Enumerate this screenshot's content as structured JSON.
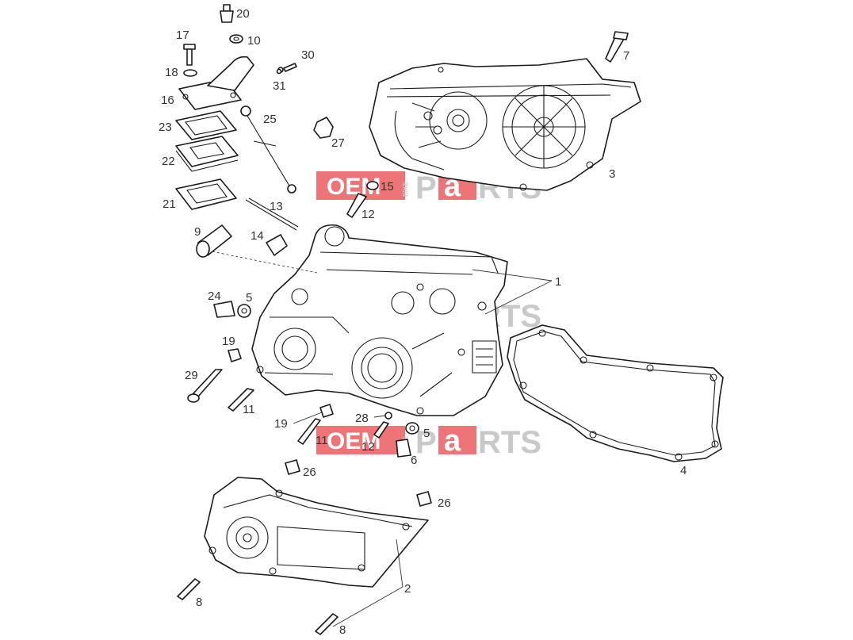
{
  "diagram": {
    "callouts": {
      "c1": "1",
      "c2": "2",
      "c3": "3",
      "c4": "4",
      "c5a": "5",
      "c5b": "5",
      "c6": "6",
      "c7": "7",
      "c8a": "8",
      "c8b": "8",
      "c9": "9",
      "c10": "10",
      "c11a": "11",
      "c11b": "11",
      "c12a": "12",
      "c12b": "12",
      "c13": "13",
      "c14": "14",
      "c15": "15",
      "c16": "16",
      "c17": "17",
      "c18": "18",
      "c19a": "19",
      "c19b": "19",
      "c20": "20",
      "c21": "21",
      "c22": "22",
      "c23": "23",
      "c24": "24",
      "c25": "25",
      "c26a": "26",
      "c26b": "26",
      "c27": "27",
      "c28": "28",
      "c29": "29",
      "c30": "30",
      "c31": "31"
    },
    "watermark": {
      "oem": "OEM",
      "bike": "BIKE",
      "p": "P",
      "a": "a",
      "rts": "RTS"
    },
    "colors": {
      "line": "#1a1a1a",
      "label": "#333333",
      "watermark_red": "#e8474c",
      "watermark_grey": "#b8b8b8"
    }
  }
}
